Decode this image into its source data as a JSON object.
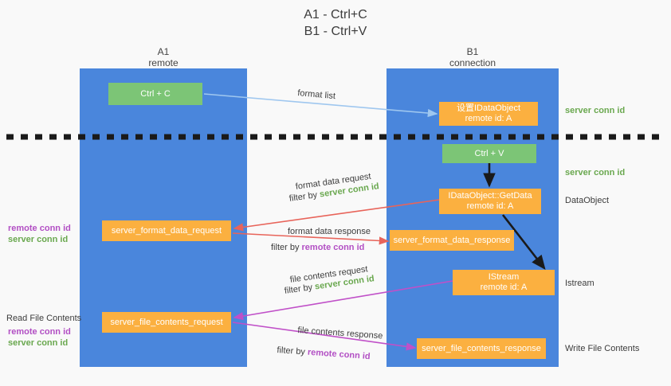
{
  "title": {
    "line1": "A1 - Ctrl+C",
    "line2": "B1 - Ctrl+V"
  },
  "columns": [
    {
      "name": "A1",
      "sub": "remote"
    },
    {
      "name": "B1",
      "sub": "connection"
    }
  ],
  "boxes": {
    "ctrl_c": "Ctrl + C",
    "ctrl_v": "Ctrl + V",
    "set_dataobject_l1": "设置IDataObject",
    "set_dataobject_l2": "remote id: A",
    "getdata_l1": "IDataObject::GetData",
    "getdata_l2": "remote id: A",
    "istream_l1": "IStream",
    "istream_l2": "remote id: A",
    "server_format_data_request": "server_format_data_request",
    "server_format_data_response": "server_format_data_response",
    "server_file_contents_request": "server_file_contents_request",
    "server_file_contents_response": "server_file_contents_response"
  },
  "edge_labels": {
    "format_list": "format list",
    "format_data_request": "format data request",
    "format_data_request_filter_prefix": "filter by ",
    "format_data_request_filter_value": "server conn id",
    "format_data_response": "format data response",
    "format_data_response_filter_prefix": "filter by ",
    "format_data_response_filter_value": "remote conn id",
    "file_contents_request": "file contents request",
    "file_contents_request_filter_prefix": "filter by ",
    "file_contents_request_filter_value": "server conn id",
    "file_contents_response": "file contents response",
    "file_contents_response_filter_prefix": "filter by ",
    "file_contents_response_filter_value": "remote conn id"
  },
  "side_labels": {
    "left_1_remote": "remote conn id",
    "left_1_server": "server conn id",
    "left_2_title": "Read File Contents",
    "left_2_remote": "remote conn id",
    "left_2_server": "server conn id",
    "right_1_server": "server conn id",
    "right_2_server": "server conn id",
    "right_dataobject": "DataObject",
    "right_istream": "Istream",
    "right_write_file": "Write File Contents"
  },
  "colors": {
    "column_blue": "#4a86dc",
    "box_green": "#7cc576",
    "box_orange": "#fbb040",
    "arrow_lightblue": "#9fc7ef",
    "arrow_red": "#e8645a",
    "arrow_magenta": "#c050c8",
    "arrow_black": "#1a1a1a",
    "text_green": "#6aa84f",
    "text_purple": "#b24fc4",
    "background": "#f9f9f9"
  }
}
